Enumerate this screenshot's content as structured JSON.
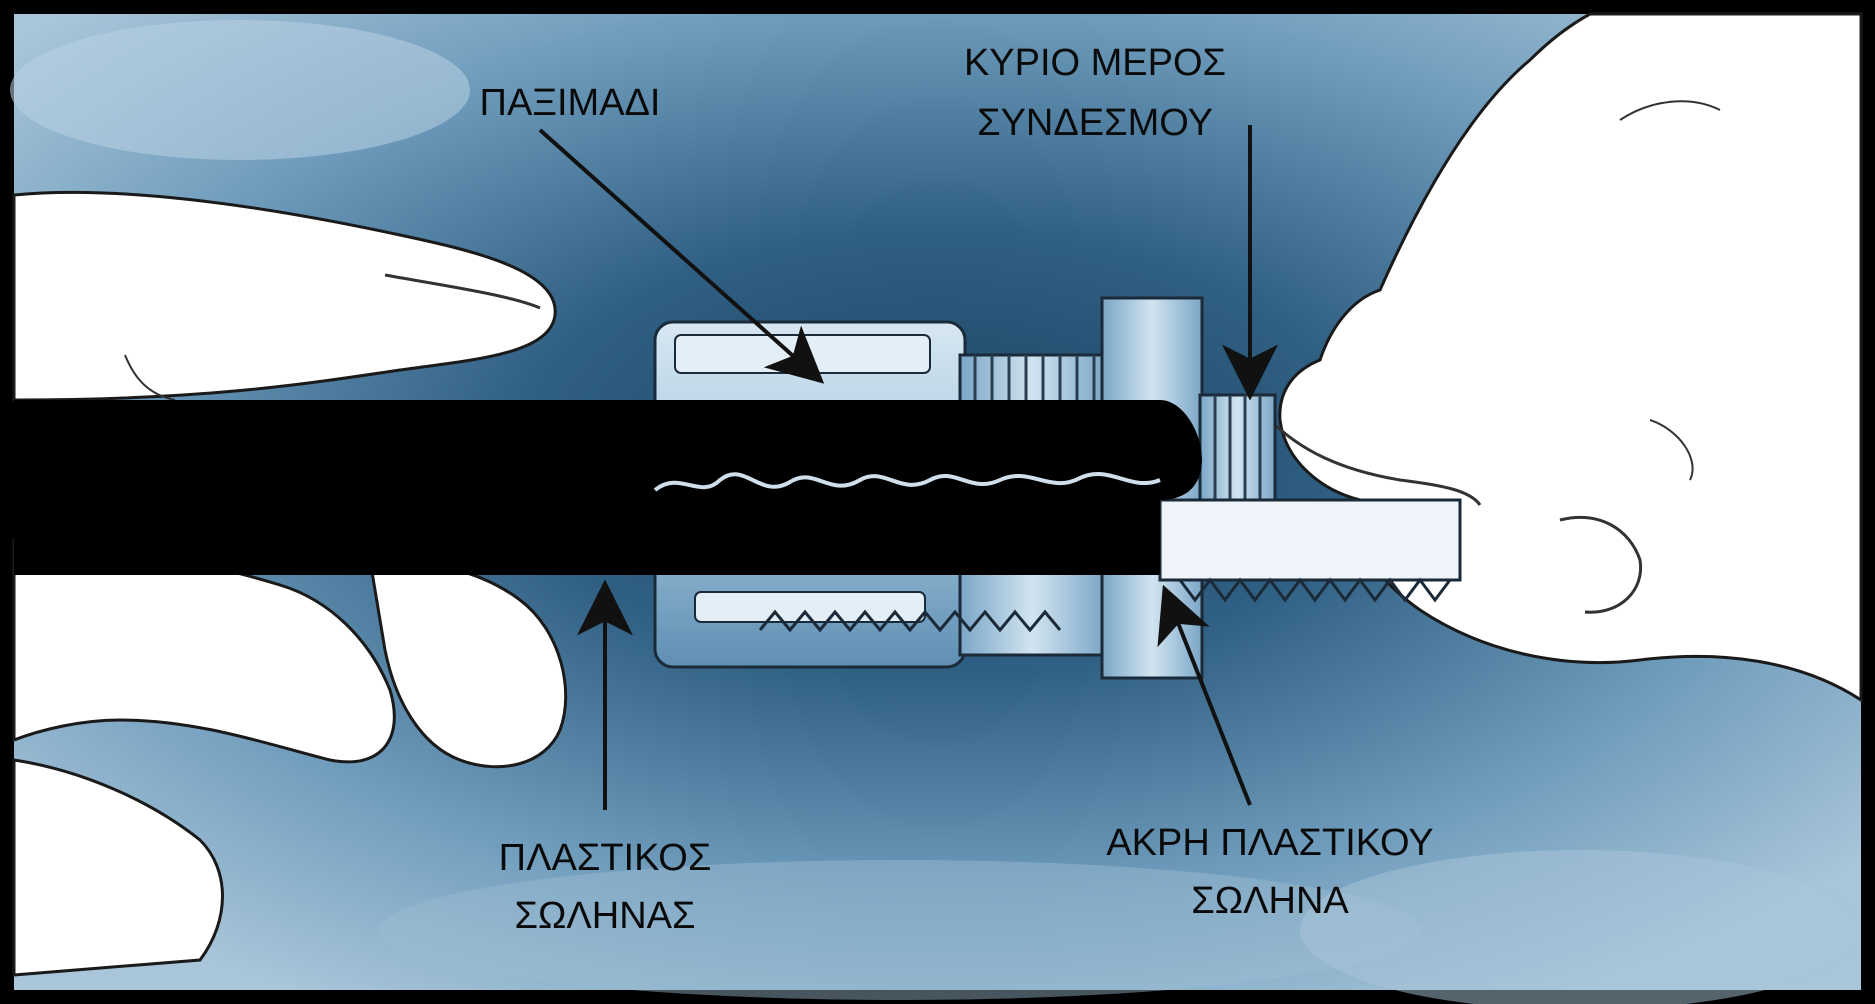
{
  "labels": {
    "nut": "ΠΑΞΙΜΑΔΙ",
    "main_body_line1": "ΚΥΡΙΟ ΜΕΡΟΣ",
    "main_body_line2": "ΣΥΝΔΕΣΜΟΥ",
    "plastic_tube_line1": "ΠΛΑΣΤΙΚΟΣ",
    "plastic_tube_line2": "ΣΩΛΗΝΑΣ",
    "tube_end_line1": "ΑΚΡΗ ΠΛΑΣΤΙΚΟΥ",
    "tube_end_line2": "ΣΩΛΗΝΑ"
  },
  "colors": {
    "frame": "#000000",
    "background_light": "#a9c6da",
    "background_dark": "#173e5a",
    "fitting_light": "#bcd6e8",
    "fitting_mid": "#6f9fc2",
    "hand": "#ffffff",
    "tube": "#000000",
    "arrow": "#111111"
  }
}
